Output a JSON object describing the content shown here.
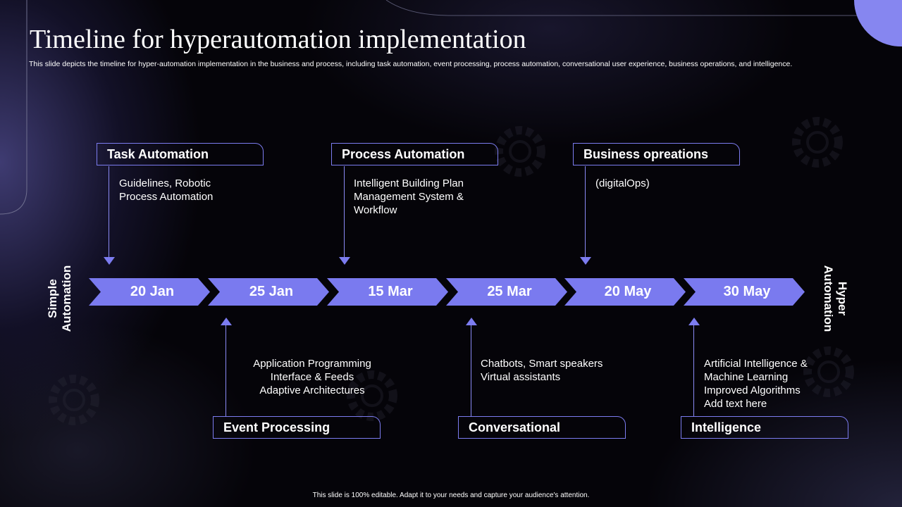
{
  "slide": {
    "title": "Timeline for hyperautomation implementation",
    "subtitle": "This slide depicts the timeline for hyper-automation implementation in the business and process, including task automation, event processing, process automation, conversational user experience, business operations, and intelligence.",
    "footer": "This slide is 100% editable.  Adapt it to your needs and capture your audience's attention."
  },
  "axis": {
    "left_label": "Simple Automation",
    "right_label": "Hyper Automation"
  },
  "milestones": [
    {
      "date": "20 Jan",
      "label": "Task Automation",
      "position": "top",
      "description": [
        "Guidelines, Robotic",
        "Process Automation"
      ]
    },
    {
      "date": "25 Jan",
      "label": "Event Processing",
      "position": "bottom",
      "description": [
        "Application Programming",
        "Interface  & Feeds",
        "Adaptive Architectures"
      ]
    },
    {
      "date": "15 Mar",
      "label": "Process Automation",
      "position": "top",
      "description": [
        "Intelligent  Building Plan",
        "Management System &",
        "Workflow"
      ]
    },
    {
      "date": "25 Mar",
      "label": "Conversational",
      "position": "bottom",
      "description": [
        "Chatbots, Smart speakers",
        "Virtual assistants"
      ]
    },
    {
      "date": "20 May",
      "label": "Business opreations",
      "position": "top",
      "description": [
        "(digitalOps)"
      ]
    },
    {
      "date": "30 May",
      "label": "Intelligence",
      "position": "bottom",
      "description": [
        "Artificial Intelligence  &",
        "Machine Learning",
        "Improved Algorithms",
        "Add text here"
      ]
    }
  ],
  "colors": {
    "accent": "#7a7aef",
    "background": "#050409"
  }
}
